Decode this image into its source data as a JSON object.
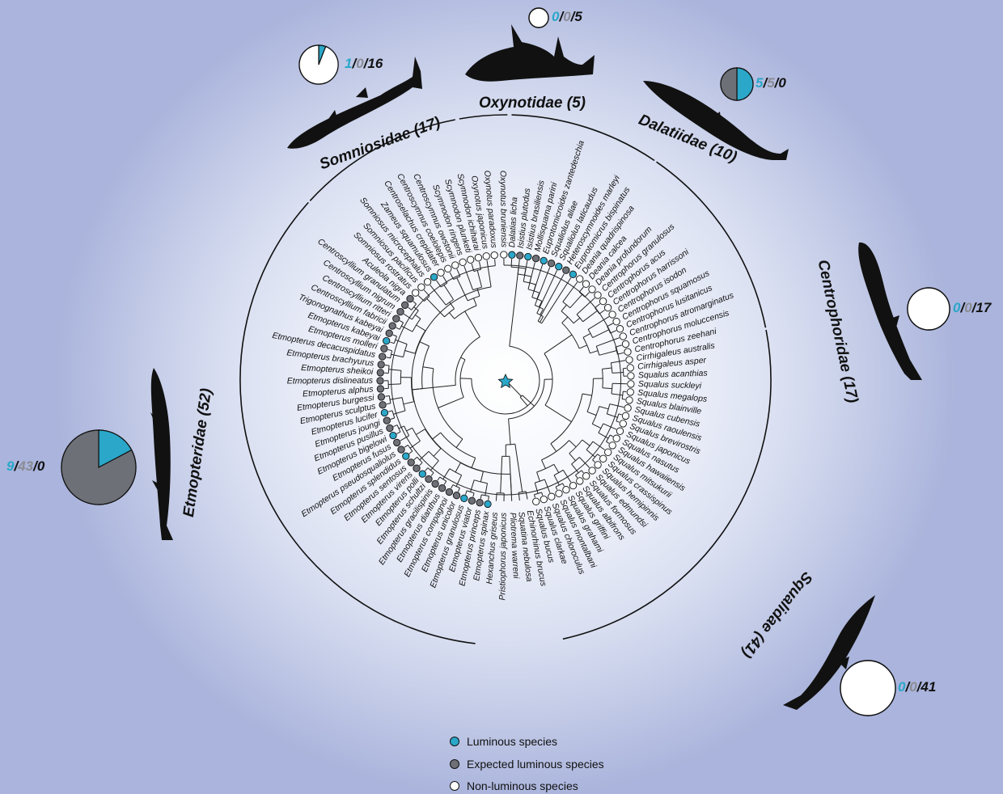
{
  "colors": {
    "luminous": "#2aa7c9",
    "expected": "#6e7077",
    "non": "#ffffff",
    "silhouette": "#111111"
  },
  "legend": {
    "luminous": "Luminous species",
    "expected": "Expected luminous species",
    "non": "Non-luminous species"
  },
  "families": [
    {
      "id": "somniosidae",
      "label": "Somniosidae (17)",
      "lum": "1",
      "exp": "0",
      "non": "16",
      "pie": [
        1,
        0,
        16
      ]
    },
    {
      "id": "oxynotidae",
      "label": "Oxynotidae (5)",
      "lum": "0",
      "exp": "0",
      "non": "5",
      "pie": [
        0,
        0,
        5
      ]
    },
    {
      "id": "dalatiidae",
      "label": "Dalatiidae (10)",
      "lum": "5",
      "exp": "5",
      "non": "0",
      "pie": [
        5,
        5,
        0
      ]
    },
    {
      "id": "centrophoridae",
      "label": "Centrophoridae (17)",
      "lum": "0",
      "exp": "0",
      "non": "17",
      "pie": [
        0,
        0,
        17
      ]
    },
    {
      "id": "squalidae",
      "label": "Squalidae (41)",
      "lum": "0",
      "exp": "0",
      "non": "41",
      "pie": [
        0,
        0,
        41
      ]
    },
    {
      "id": "etmopteridae",
      "label": "Etmopteridae (52)",
      "lum": "9",
      "exp": "43",
      "non": "0",
      "pie": [
        9,
        43,
        0
      ]
    }
  ],
  "species": [
    {
      "name": "Oxynotus bruniensis",
      "s": "n"
    },
    {
      "name": "Dalatias licha",
      "s": "l"
    },
    {
      "name": "Isistius plutodus",
      "s": "e"
    },
    {
      "name": "Isistius brasiliensis",
      "s": "l"
    },
    {
      "name": "Mollisquama parini",
      "s": "e"
    },
    {
      "name": "Euprotomicroides zantedeschia",
      "s": "l"
    },
    {
      "name": "Squaliolus aliae",
      "s": "e"
    },
    {
      "name": "Squaliolus laticaudus",
      "s": "l"
    },
    {
      "name": "Heteroscymnoides marleyi",
      "s": "e"
    },
    {
      "name": "Euprotomicrus bispinatus",
      "s": "l"
    },
    {
      "name": "Deania quadrispinosa",
      "s": "n"
    },
    {
      "name": "Deania calcea",
      "s": "n"
    },
    {
      "name": "Deania profundorum",
      "s": "n"
    },
    {
      "name": "Centrophorus granulosus",
      "s": "n"
    },
    {
      "name": "Centrophorus acus",
      "s": "n"
    },
    {
      "name": "Centrophorus harrissoni",
      "s": "n"
    },
    {
      "name": "Centrophorus isodon",
      "s": "n"
    },
    {
      "name": "Centrophorus squamosus",
      "s": "n"
    },
    {
      "name": "Centrophorus lusitanicus",
      "s": "n"
    },
    {
      "name": "Centrophorus atromarginatus",
      "s": "n"
    },
    {
      "name": "Centrophorus moluccensis",
      "s": "n"
    },
    {
      "name": "Centrophorus zeehani",
      "s": "n"
    },
    {
      "name": "Cirrhigaleus australis",
      "s": "n"
    },
    {
      "name": "Cirrhigaleus asper",
      "s": "n"
    },
    {
      "name": "Squalus acanthias",
      "s": "n"
    },
    {
      "name": "Squalus suckleyi",
      "s": "n"
    },
    {
      "name": "Squalus megalops",
      "s": "n"
    },
    {
      "name": "Squalus blainville",
      "s": "n"
    },
    {
      "name": "Squalus cubensis",
      "s": "n"
    },
    {
      "name": "Squalus raoulensis",
      "s": "n"
    },
    {
      "name": "Squalus brevirostris",
      "s": "n"
    },
    {
      "name": "Squalus japonicus",
      "s": "n"
    },
    {
      "name": "Squalus nasutus",
      "s": "n"
    },
    {
      "name": "Squalus hawaiiensis",
      "s": "n"
    },
    {
      "name": "Squalus mitsukurii",
      "s": "n"
    },
    {
      "name": "Squalus crassispinus",
      "s": "n"
    },
    {
      "name": "Squalus hemipinnis",
      "s": "n"
    },
    {
      "name": "Squalus edmundsi",
      "s": "n"
    },
    {
      "name": "Squalus formosus",
      "s": "n"
    },
    {
      "name": "Squalus albifrons",
      "s": "n"
    },
    {
      "name": "Squalus griffini",
      "s": "n"
    },
    {
      "name": "Squalus grahami",
      "s": "n"
    },
    {
      "name": "Squalus montalbani",
      "s": "n"
    },
    {
      "name": "Squalus chloroculus",
      "s": "n"
    },
    {
      "name": "Squalus clarkae",
      "s": "n"
    },
    {
      "name": "Squalus bucus",
      "s": "n"
    },
    {
      "name": "Echinorhinus brucus",
      "s": "x"
    },
    {
      "name": "Squatina nebulosa",
      "s": "x"
    },
    {
      "name": "Pliotrema warreni",
      "s": "x"
    },
    {
      "name": "Pristiophorus japonicus",
      "s": "x"
    },
    {
      "name": "Hexanchus griseus",
      "s": "x"
    },
    {
      "name": "Etmopterus spinax",
      "s": "l"
    },
    {
      "name": "Etmopterus princeps",
      "s": "e"
    },
    {
      "name": "Etmopterus viator",
      "s": "e"
    },
    {
      "name": "Etmopterus granulosus",
      "s": "l"
    },
    {
      "name": "Etmopterus unicolor",
      "s": "e"
    },
    {
      "name": "Etmopterus compagnoi",
      "s": "e"
    },
    {
      "name": "Etmopterus dianthus",
      "s": "e"
    },
    {
      "name": "Etmopterus gracilispinis",
      "s": "e"
    },
    {
      "name": "Etmopterus schultzi",
      "s": "e"
    },
    {
      "name": "Etmopterus polli",
      "s": "l"
    },
    {
      "name": "Etmopterus virens",
      "s": "e"
    },
    {
      "name": "Etmopterus sentosus",
      "s": "e"
    },
    {
      "name": "Etmopterus splendidus",
      "s": "l"
    },
    {
      "name": "Etmopterus pseudosqualiolus",
      "s": "e"
    },
    {
      "name": "Etmopterus fusus",
      "s": "e"
    },
    {
      "name": "Etmopterus bigelowi",
      "s": "l"
    },
    {
      "name": "Etmopterus pusillus",
      "s": "e"
    },
    {
      "name": "Etmopterus joungi",
      "s": "e"
    },
    {
      "name": "Etmopterus lucifer",
      "s": "l"
    },
    {
      "name": "Etmopterus sculptus",
      "s": "e"
    },
    {
      "name": "Etmopterus burgessi",
      "s": "e"
    },
    {
      "name": "Etmopterus alphus",
      "s": "e"
    },
    {
      "name": "Etmopterus dislineatus",
      "s": "e"
    },
    {
      "name": "Etmopterus sheikoi",
      "s": "e"
    },
    {
      "name": "Etmopterus brachyurus",
      "s": "e"
    },
    {
      "name": "Etmopterus decacuspidatus",
      "s": "e"
    },
    {
      "name": "Etmopterus molleri",
      "s": "e"
    },
    {
      "name": "Etmopterus kabeyai",
      "s": "l"
    },
    {
      "name": "Trigonognathus kabeyai",
      "s": "e"
    },
    {
      "name": "Centroscyllium fabricii",
      "s": "e"
    },
    {
      "name": "Centroscyllium ritteri",
      "s": "e"
    },
    {
      "name": "Centroscyllium nigrum",
      "s": "e"
    },
    {
      "name": "Centroscyllium granulatum",
      "s": "e"
    },
    {
      "name": "Aculeola nigra",
      "s": "e"
    },
    {
      "name": "Somniosus rostratus",
      "s": "n"
    },
    {
      "name": "Somniosus pacificus",
      "s": "n"
    },
    {
      "name": "Somniosus microcephalus",
      "s": "n"
    },
    {
      "name": "Zameus squamulosus",
      "s": "l"
    },
    {
      "name": "Centroselachus crepidater",
      "s": "n"
    },
    {
      "name": "Centroscymnus coelolepis",
      "s": "n"
    },
    {
      "name": "Centroscymnus owstonii",
      "s": "n"
    },
    {
      "name": "Scymnodon ringens",
      "s": "n"
    },
    {
      "name": "Scymnodon plunketi",
      "s": "n"
    },
    {
      "name": "Scymnodon ichiharai",
      "s": "n"
    },
    {
      "name": "Oxynotus japonicus",
      "s": "n"
    },
    {
      "name": "Oxynotus paradoxus",
      "s": "n"
    }
  ]
}
